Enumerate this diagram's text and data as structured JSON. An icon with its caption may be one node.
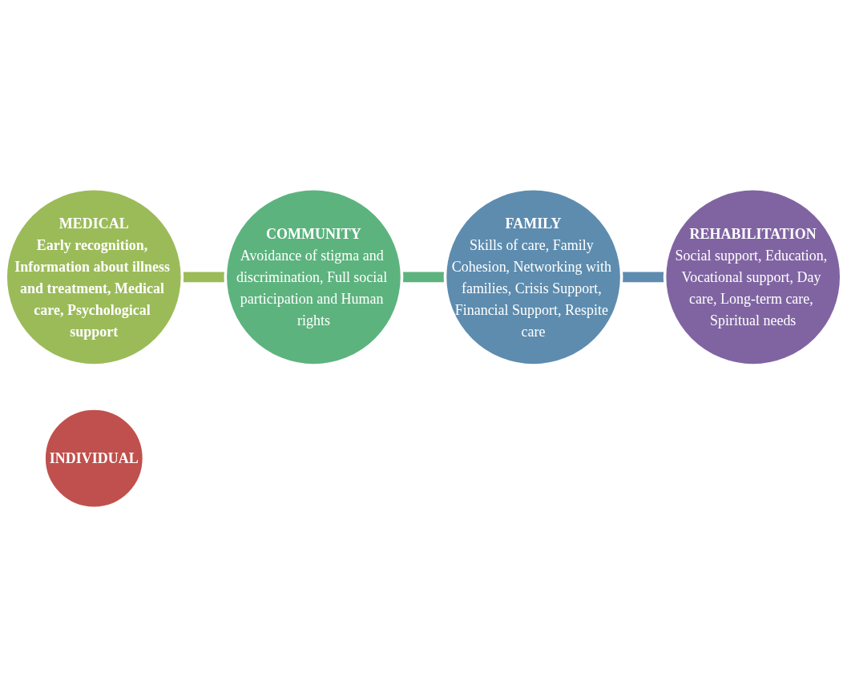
{
  "diagram": {
    "nodes": [
      {
        "text": [
          "MEDICAL",
          "Early recognition, Information about illness and treatment, Medical care, Psychological support"
        ]
      },
      {
        "text": [
          "REHABILITATION",
          "Social support, Education, Vocational support, Day care, Long-term care, Spiritual needs"
        ]
      },
      {
        "text": [
          "INDIVIDUAL"
        ]
      },
      {
        "text": [
          "COMMUNITY",
          "Avoidance of stigma and discrimination, Full social participation and Human rights"
        ]
      },
      {
        "text": [
          "FAMILY",
          "Skills of care, Family Cohesion, Networking with families, Crisis Support, Financial Support, Respite care"
        ]
      }
    ],
    "edges": [
      {
        "from": 0,
        "to": 3,
        "arrow": "none",
        "color": "#9bbb59"
      },
      {
        "from": 3,
        "to": 4,
        "arrow": "none",
        "color": "#5db37e"
      },
      {
        "from": 4,
        "to": 1,
        "arrow": "none",
        "color": "#5d8caf"
      }
    ]
  }
}
